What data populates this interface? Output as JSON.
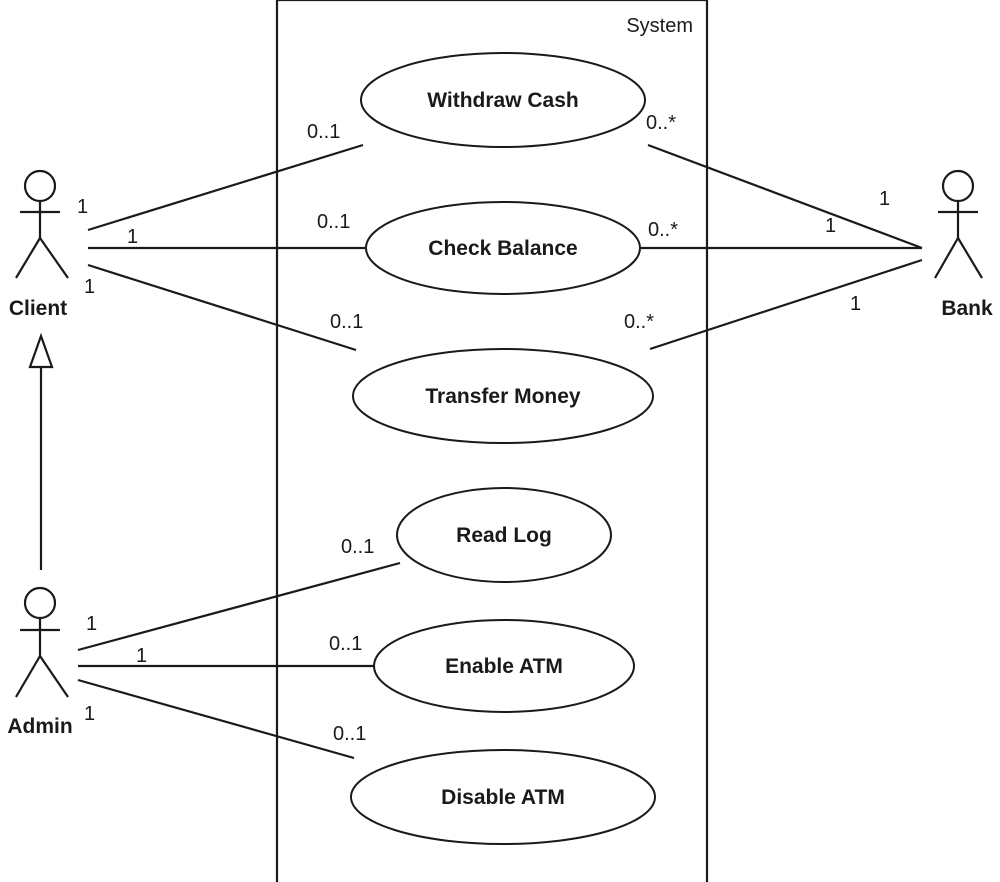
{
  "system": {
    "label": "System"
  },
  "actors": {
    "client": "Client",
    "admin": "Admin",
    "bank": "Bank"
  },
  "use_cases": {
    "withdraw_cash": "Withdraw Cash",
    "check_balance": "Check Balance",
    "transfer_money": "Transfer Money",
    "read_log": "Read Log",
    "enable_atm": "Enable ATM",
    "disable_atm": "Disable ATM"
  },
  "multiplicities": {
    "client_withdraw_actor": "1",
    "client_withdraw_case": "0..1",
    "client_check_actor": "1",
    "client_check_case": "0..1",
    "client_transfer_actor": "1",
    "client_transfer_case": "0..1",
    "bank_withdraw_case": "0..*",
    "bank_withdraw_actor": "1",
    "bank_check_case": "0..*",
    "bank_check_actor": "1",
    "bank_transfer_case": "0..*",
    "bank_transfer_actor": "1",
    "admin_readlog_actor": "1",
    "admin_readlog_case": "0..1",
    "admin_enable_actor": "1",
    "admin_enable_case": "0..1",
    "admin_disable_actor": "1",
    "admin_disable_case": "0..1"
  }
}
